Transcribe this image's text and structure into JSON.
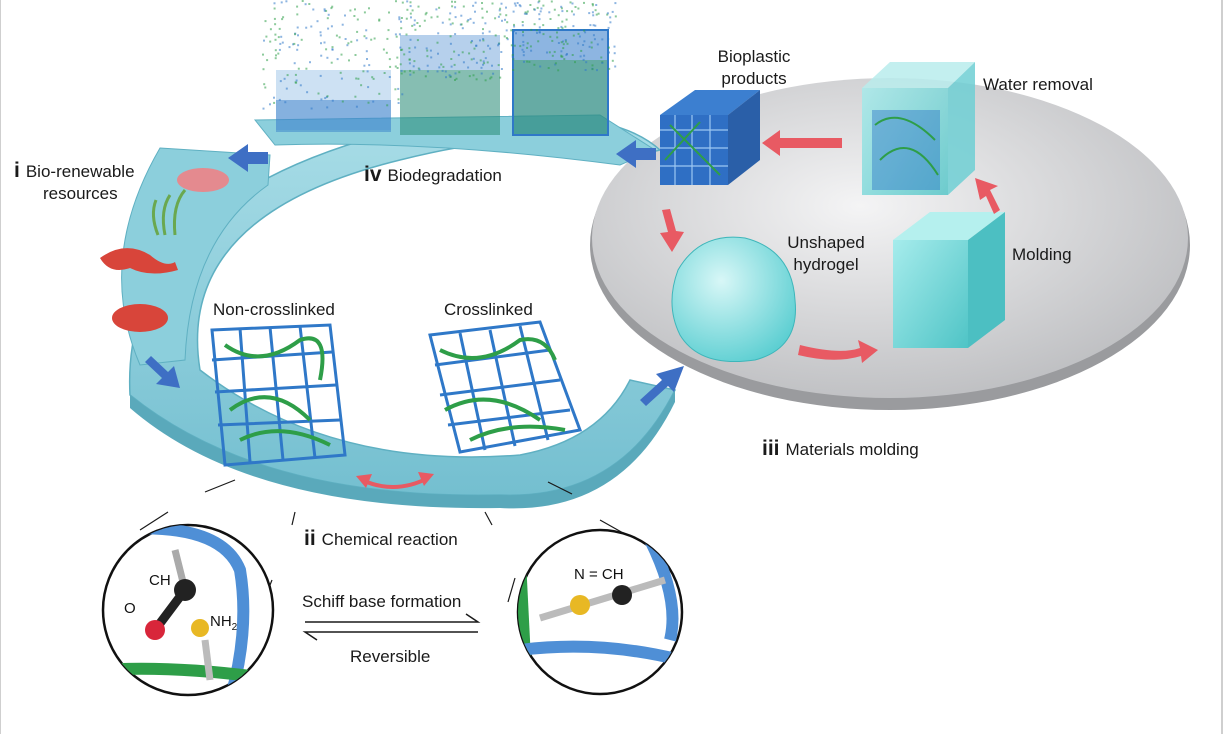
{
  "stages": {
    "i": {
      "numeral": "i",
      "title_line1": "Bio-renewable",
      "title_line2": "resources"
    },
    "ii": {
      "numeral": "ii",
      "title": "Chemical reaction"
    },
    "iii": {
      "numeral": "iii",
      "title": "Materials molding"
    },
    "iv": {
      "numeral": "iv",
      "title": "Biodegradation"
    }
  },
  "network_labels": {
    "left": "Non-crosslinked",
    "right": "Crosslinked"
  },
  "molding_cycle": {
    "bioplastic_line1": "Bioplastic",
    "bioplastic_line2": "products",
    "water_removal": "Water removal",
    "molding": "Molding",
    "hydrogel_line1": "Unshaped",
    "hydrogel_line2": "hydrogel"
  },
  "reaction": {
    "forward": "Schiff base formation",
    "reverse": "Reversible",
    "left_aldehyde": "CH",
    "left_oxygen": "O",
    "left_amine": "NH",
    "left_amine_sub": "2",
    "right_imine": "N = CH"
  },
  "colors": {
    "ring": "#8ecfdc",
    "ring_edge": "#5fb0c2",
    "platform": "#d8d9db",
    "flow_arrow": "#3e6fc4",
    "cycle_arrow": "#e85a63",
    "network_blue": "#2f78c8",
    "network_green": "#2e9e48",
    "hydrogel": "#7fd9db"
  }
}
